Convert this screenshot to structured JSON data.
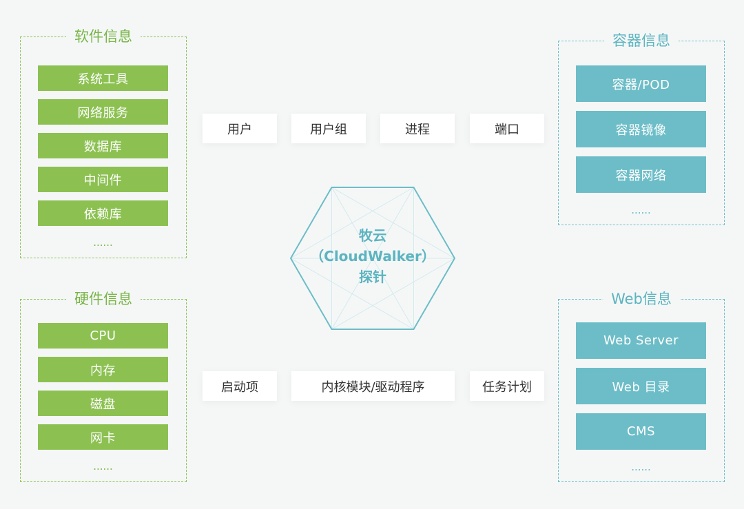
{
  "center": {
    "line1": "牧云",
    "line2": "（CloudWalker）",
    "line3": "探针"
  },
  "software": {
    "title": "软件信息",
    "items": [
      "系统工具",
      "网络服务",
      "数据库",
      "中间件",
      "依赖库"
    ],
    "more": "......"
  },
  "hardware": {
    "title": "硬件信息",
    "items": [
      "CPU",
      "内存",
      "磁盘",
      "网卡"
    ],
    "more": "......"
  },
  "container": {
    "title": "容器信息",
    "items": [
      "容器/POD",
      "容器镜像",
      "容器网络"
    ],
    "more": "......"
  },
  "web": {
    "title": "Web信息",
    "items": [
      "Web Server",
      "Web 目录",
      "CMS"
    ],
    "more": "......"
  },
  "top_row": [
    "用户",
    "用户组",
    "进程",
    "端口"
  ],
  "bottom_row": [
    "启动项",
    "内核模块/驱动程序",
    "任务计划"
  ],
  "colors": {
    "green": "#8cc152",
    "teal": "#6cbdc7",
    "background": "#f5f7f7"
  }
}
